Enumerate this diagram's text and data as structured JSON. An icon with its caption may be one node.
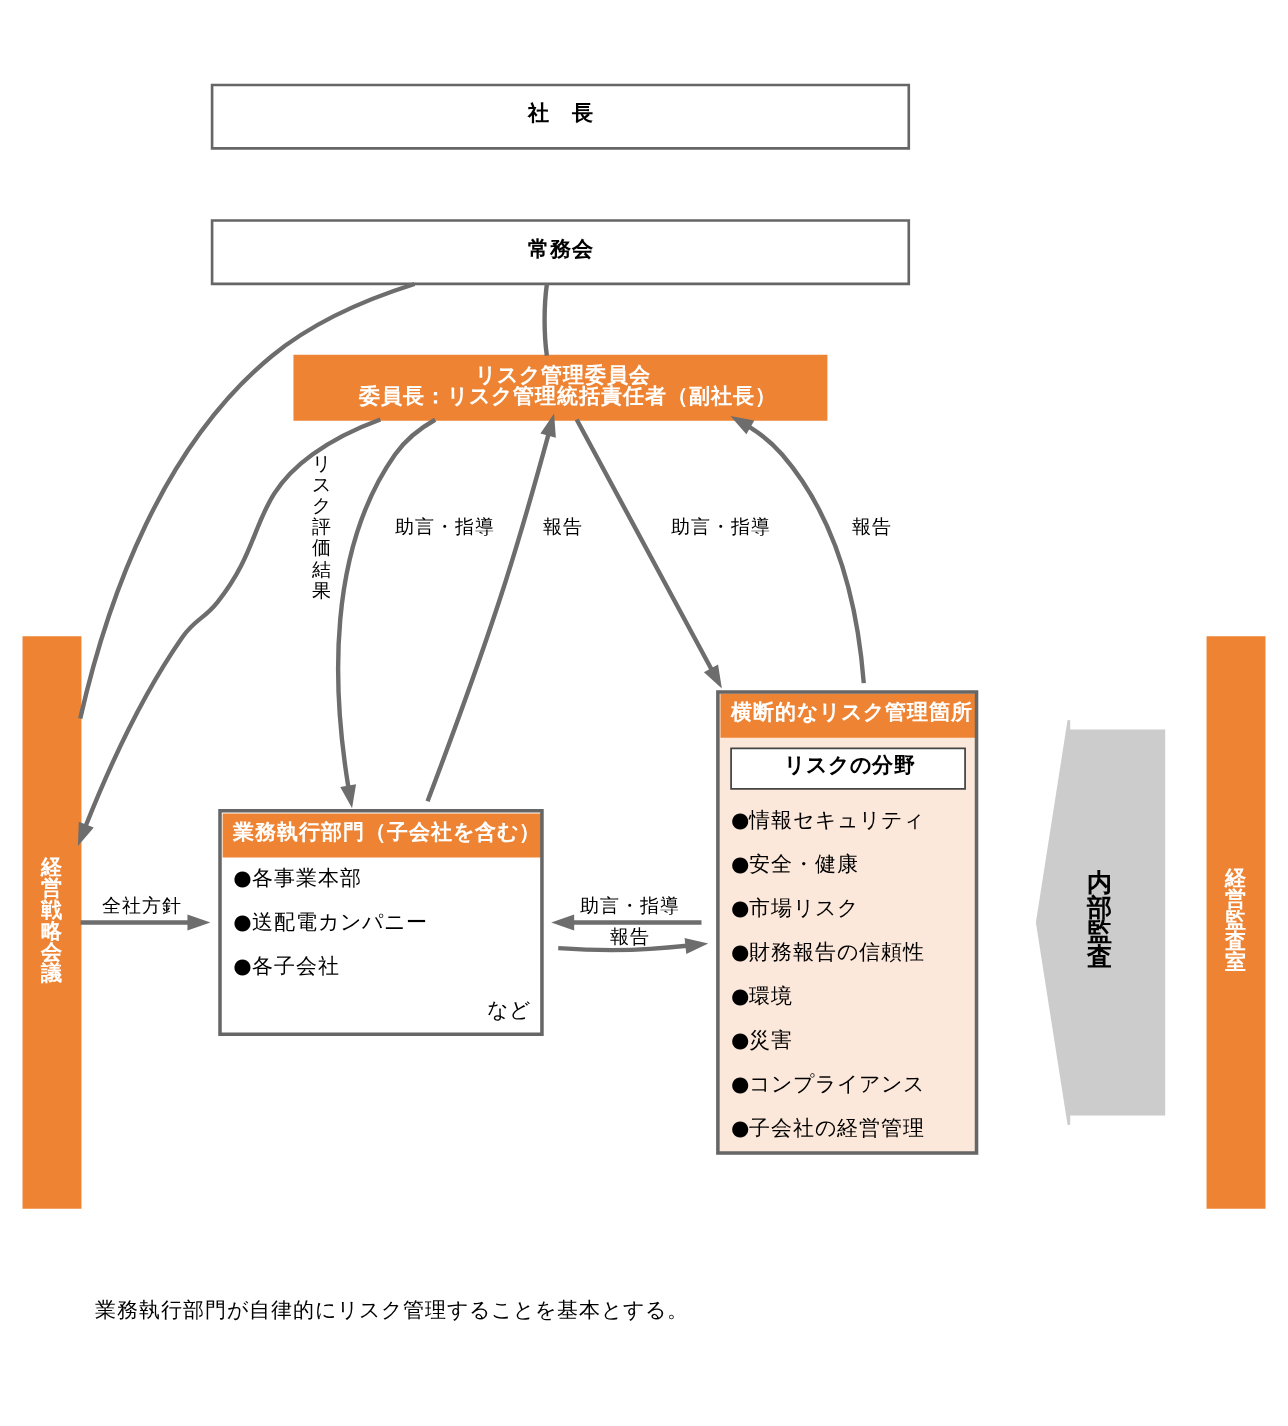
{
  "diagram": {
    "nodes": [
      {
        "text": [
          "社　長"
        ]
      },
      {
        "text": [
          "常務会"
        ]
      },
      {
        "text": [
          "経営戦略会議"
        ]
      },
      {
        "text": [
          "リスク管理委員会",
          "委員長：リスク管理統括責任者（副社長）"
        ]
      },
      {
        "text": [
          "業務執行部門（子会社を含む）",
          "●各事業本部",
          "●送配電カンパニー",
          "●各子会社",
          "など"
        ]
      },
      {
        "text": [
          "横断的なリスク管理箇所",
          "リスクの分野",
          "●情報セキュリティ",
          "●安全・健康",
          "●市場リスク",
          "●財務報告の信頼性",
          "●環境",
          "●災害",
          "●コンプライアンス",
          "●子会社の経営管理"
        ]
      },
      {
        "text": [
          "内部監査"
        ]
      },
      {
        "text": [
          "経営監査室"
        ]
      }
    ],
    "edges": [
      {
        "from": 1,
        "to": 2,
        "arrow": "none"
      },
      {
        "from": 1,
        "to": 3,
        "arrow": "none"
      },
      {
        "from": 3,
        "to": 2,
        "arrow": "to",
        "label": "リスク評価結果"
      },
      {
        "from": 2,
        "to": 4,
        "arrow": "to",
        "label": "全社方針"
      },
      {
        "from": 3,
        "to": 4,
        "arrow": "to",
        "label": "助言・指導"
      },
      {
        "from": 4,
        "to": 3,
        "arrow": "to",
        "label": "報告"
      },
      {
        "from": 3,
        "to": 5,
        "arrow": "to",
        "label": "助言・指導"
      },
      {
        "from": 5,
        "to": 3,
        "arrow": "to",
        "label": "報告"
      },
      {
        "from": 4,
        "to": 5,
        "arrow": "to",
        "label": "報告"
      },
      {
        "from": 5,
        "to": 4,
        "arrow": "to",
        "label": "助言・指導"
      }
    ],
    "labels": [
      "業務執行部門が自律的にリスク管理することを基本とする。"
    ]
  }
}
